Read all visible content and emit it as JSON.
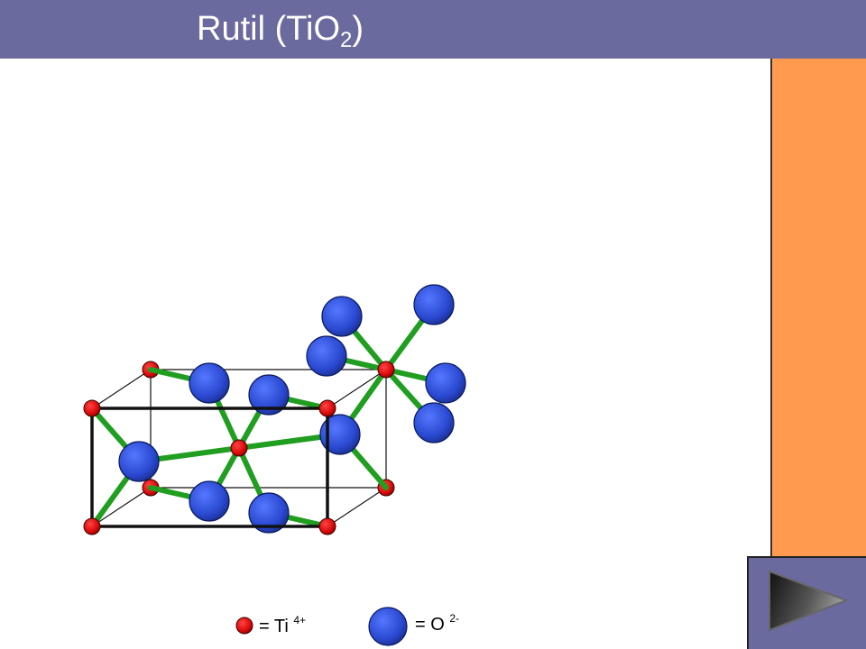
{
  "header": {
    "title_prefix": "Rutil (TiO",
    "title_sub": "2",
    "title_suffix": ")"
  },
  "legend": {
    "ti_label": "= Ti ",
    "ti_charge": "4+",
    "o_label": "= O ",
    "o_charge": "2-"
  },
  "colors": {
    "header_bg": "#6a6a9e",
    "side_panel": "#ff9a4e",
    "ti_atom": "#e01010",
    "o_atom": "#2a4fd8",
    "bond": "#1f9e1f"
  },
  "nav": {
    "icon": "play-arrow-icon"
  }
}
